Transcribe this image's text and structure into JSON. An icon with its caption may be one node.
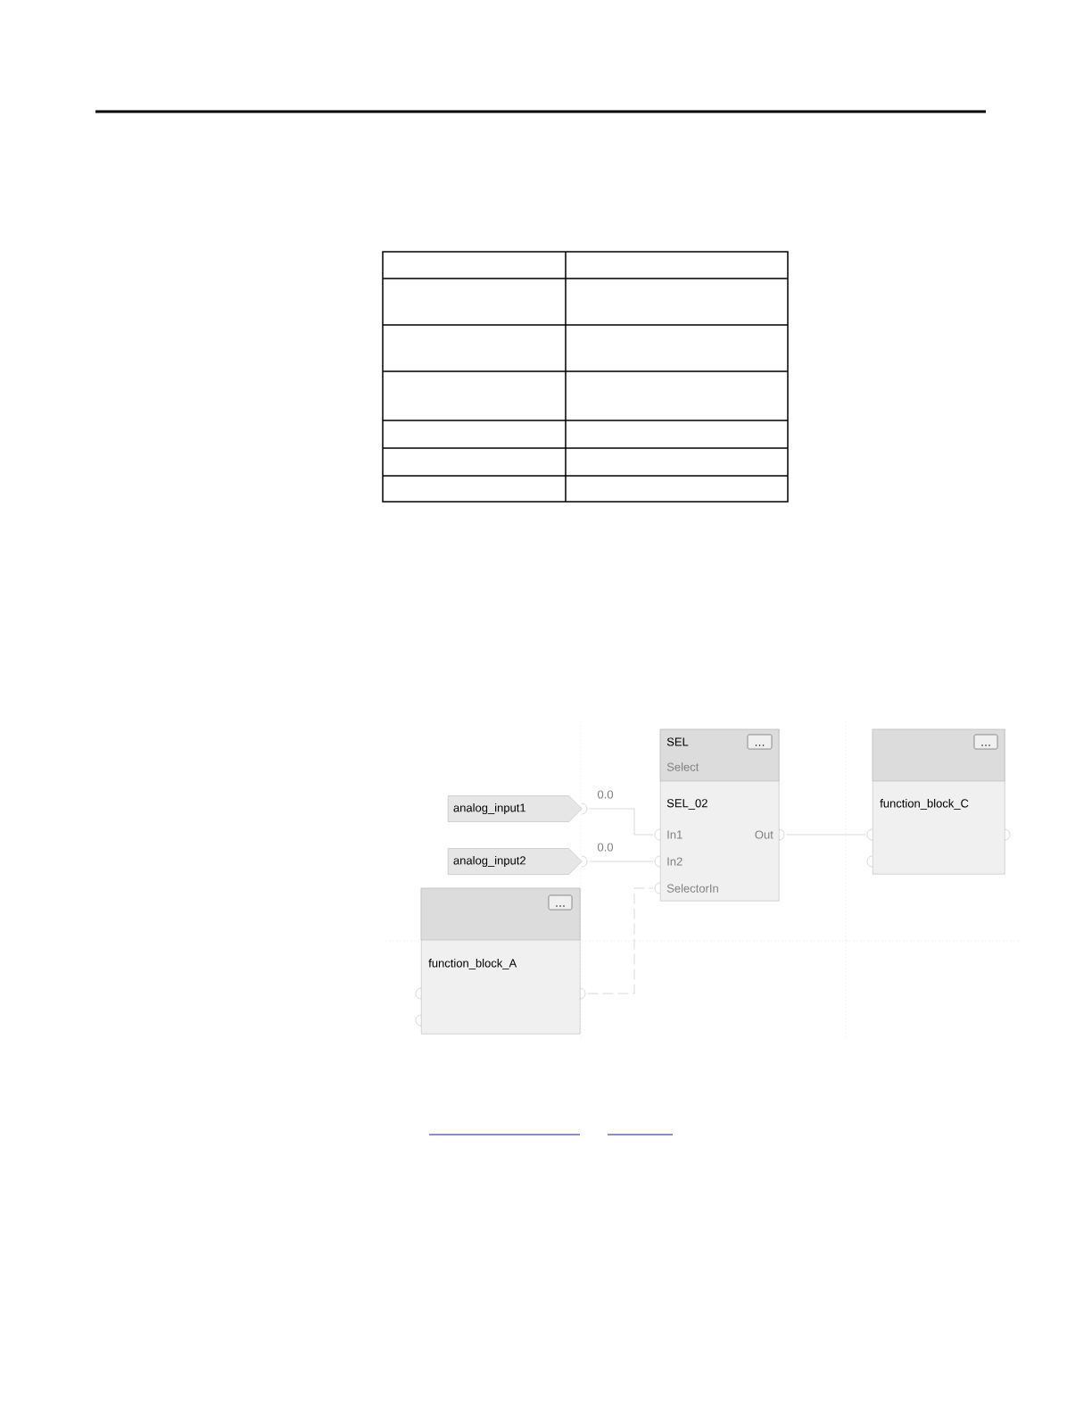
{
  "diagram": {
    "nodes": [
      {
        "text": [
          "SEL",
          "Select",
          "SEL_02",
          "In1",
          "Out",
          "In2",
          "SelectorIn"
        ]
      },
      {
        "text": [
          "function_block_C"
        ]
      },
      {
        "text": [
          "analog_input1"
        ]
      },
      {
        "text": [
          "analog_input2"
        ]
      },
      {
        "text": [
          "function_block_A"
        ]
      }
    ],
    "edges": [
      {
        "from": 2,
        "to": 0,
        "arrow": "none",
        "label": "0.0"
      },
      {
        "from": 3,
        "to": 0,
        "arrow": "none",
        "label": "0.0"
      },
      {
        "from": 0,
        "to": 1,
        "arrow": "none"
      },
      {
        "from": 4,
        "to": 0,
        "arrow": "none",
        "style": "dashed"
      }
    ]
  }
}
